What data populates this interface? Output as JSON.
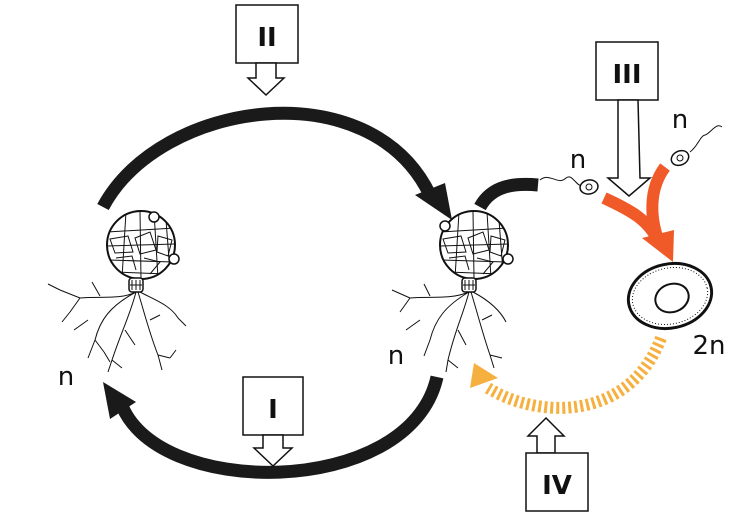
{
  "stage_labels": {
    "I": "I",
    "II": "II",
    "III": "III",
    "IV": "IV"
  },
  "ploidy_labels": {
    "left_plant": "n",
    "right_plant": "n",
    "sperm_1": "n",
    "sperm_2": "n",
    "zygote": "2n"
  },
  "colors": {
    "cycle_arrows": "#1a1a1a",
    "fertilization_arrow": "#f05a28",
    "development_arrow": "#f6b040",
    "outline": "#111111"
  }
}
